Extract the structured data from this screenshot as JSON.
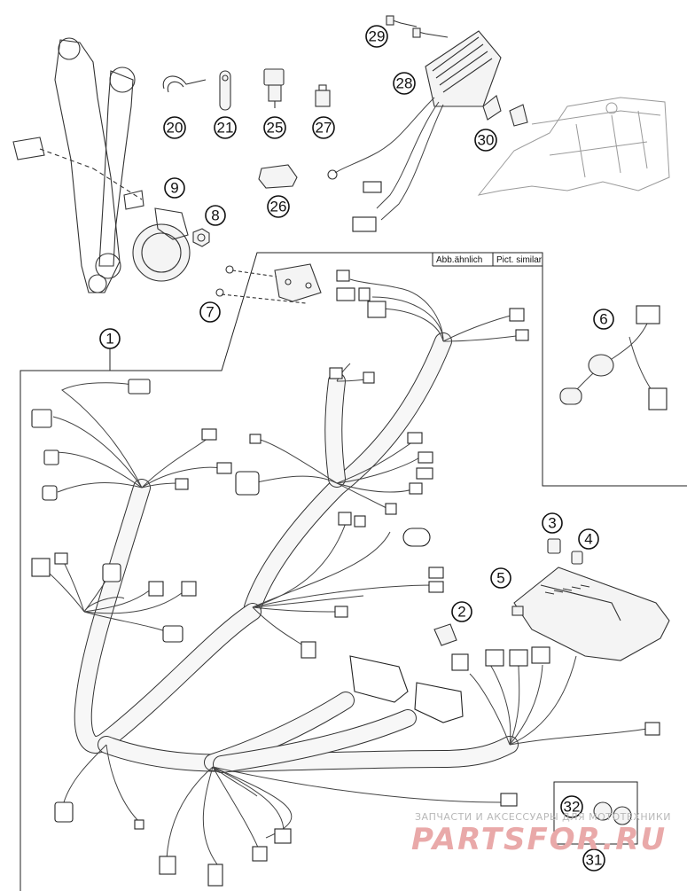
{
  "similar_label_de": "Abb.ähnlich",
  "similar_label_en": "Pict. similar",
  "callouts": {
    "c1": "1",
    "c2": "2",
    "c3": "3",
    "c4": "4",
    "c5": "5",
    "c6": "6",
    "c7": "7",
    "c8": "8",
    "c9": "9",
    "c20": "20",
    "c21": "21",
    "c25": "25",
    "c26": "26",
    "c27": "27",
    "c28": "28",
    "c29": "29",
    "c30": "30",
    "c31": "31",
    "c32": "32"
  },
  "watermark": {
    "line1": "ЗАПЧАСТИ И АКСЕССУАРЫ ДЛЯ МОТОТЕХНИКИ",
    "line2": "PARTSFOR.RU"
  }
}
